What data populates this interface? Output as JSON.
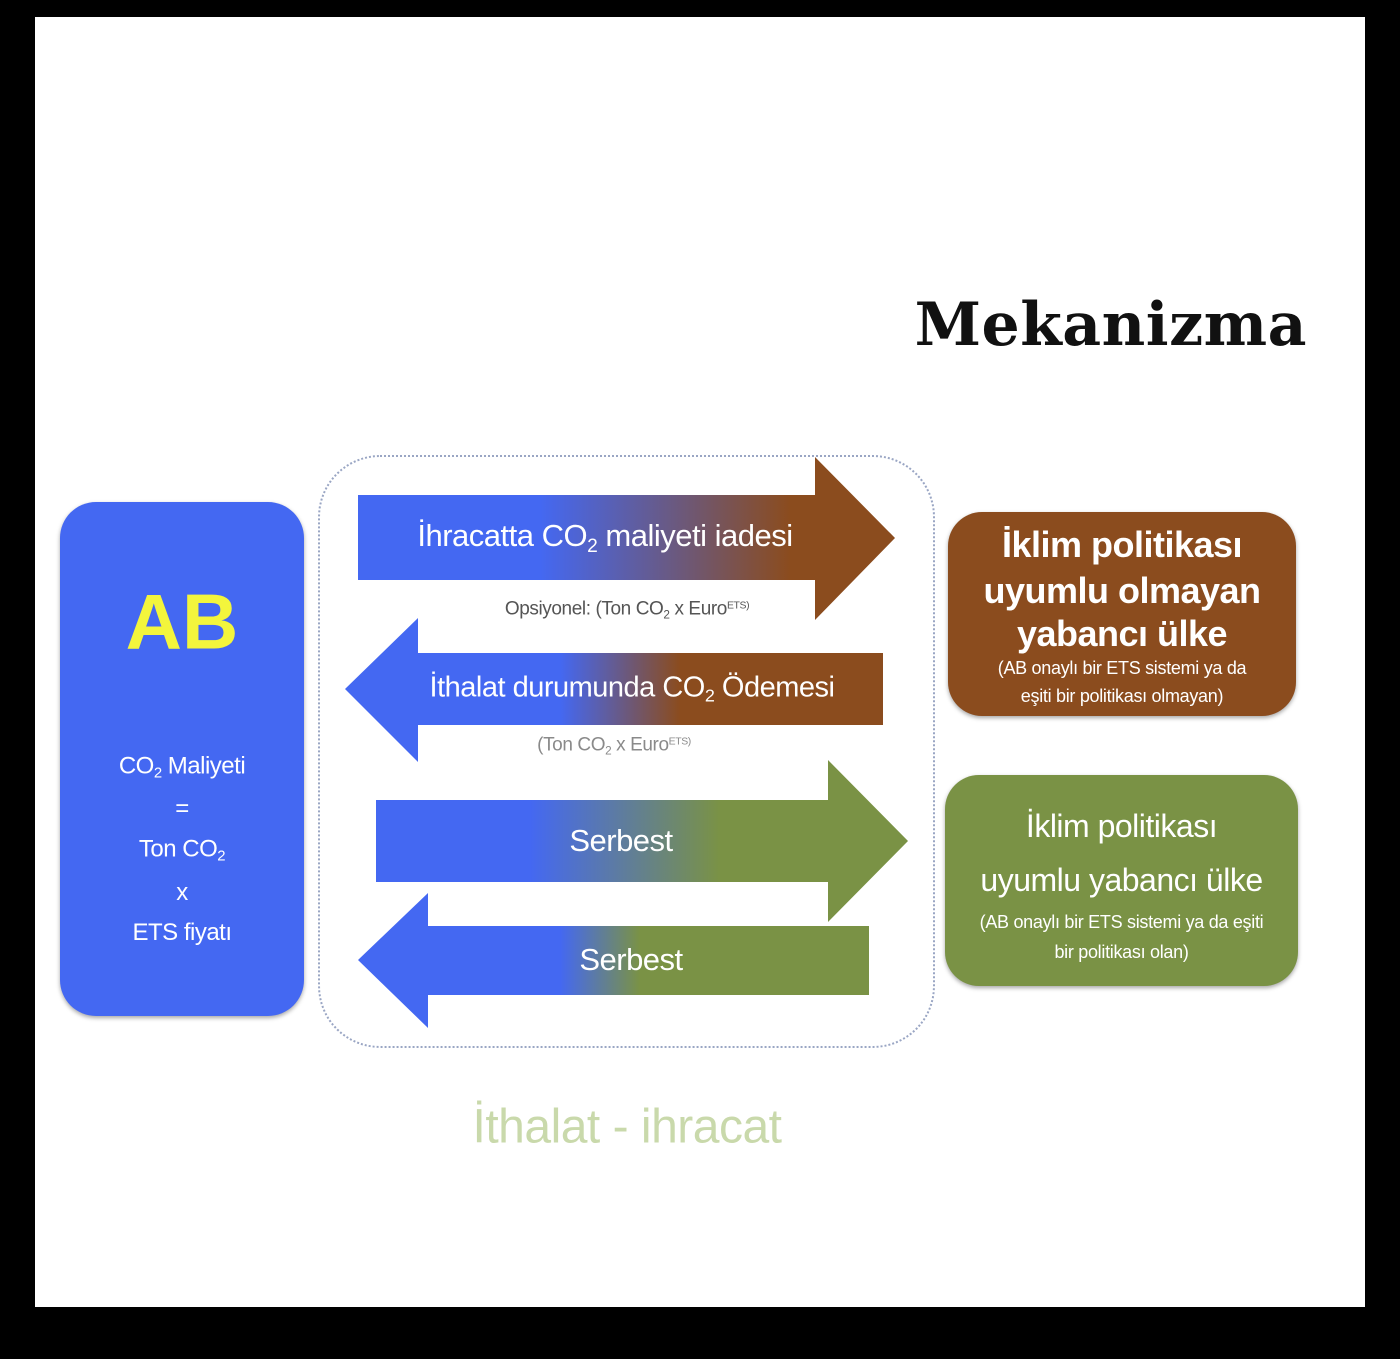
{
  "title": "Mekanizma",
  "eu_box": {
    "heading": "AB",
    "line1_pre": "CO",
    "line1_sub": "2",
    "line1_post": " Maliyeti",
    "line2": "=",
    "line3_pre": "Ton CO",
    "line3_sub": "2",
    "line4": "x",
    "line5": "ETS fiyatı"
  },
  "arrows": [
    {
      "direction": "right",
      "pre": "İhracatta  CO",
      "sub": "2",
      "post": " maliyeti iadesi",
      "caption_pre": "Opsiyonel: (Ton CO",
      "caption_sub": "2",
      "caption_mid": " x Euro",
      "caption_sup": "ETS)"
    },
    {
      "direction": "left",
      "pre": "İthalat durumunda CO",
      "sub": "2",
      "post": " Ödemesi",
      "caption_pre": "(Ton CO",
      "caption_sub": "2",
      "caption_mid": " x Euro",
      "caption_sup": "ETS)"
    },
    {
      "direction": "right",
      "label": "Serbest"
    },
    {
      "direction": "left",
      "label": "Serbest"
    }
  ],
  "non_compliant_box": {
    "line1": "İklim politikası",
    "line2": "uyumlu olmayan",
    "line3": "yabancı ülke",
    "note1": "(AB onaylı bir ETS sistemi ya da",
    "note2": "eşiti bir politikası olmayan)"
  },
  "compliant_box": {
    "line1": "İklim politikası",
    "line2": "uyumlu yabancı ülke",
    "note1": "(AB onaylı bir ETS sistemi ya da eşiti",
    "note2": "bir politikası olan)"
  },
  "footer": "İthalat - ihracat",
  "colors": {
    "blue": "#4468f2",
    "brown": "#8b4c1e",
    "green": "#7a9245",
    "yellow": "#f3f53c"
  }
}
